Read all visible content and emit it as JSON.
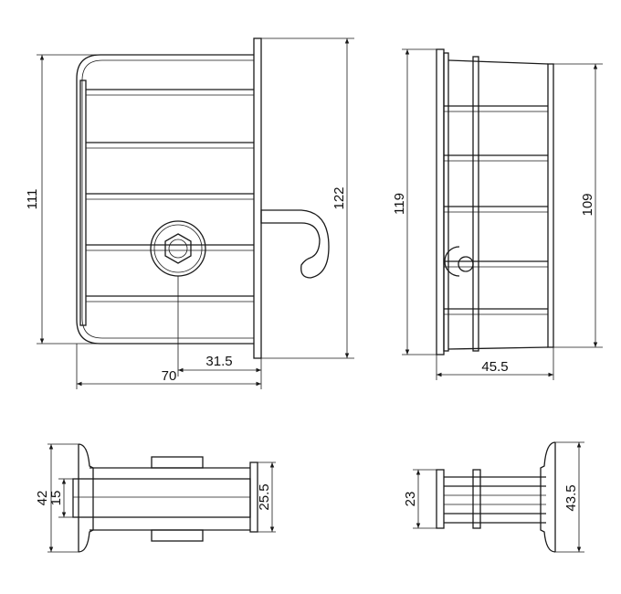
{
  "diagram": {
    "views": {
      "front": {
        "dims": {
          "height_left": "111",
          "height_right": "122",
          "width_total": "70",
          "width_offset": "31.5"
        }
      },
      "side": {
        "dims": {
          "height_left": "119",
          "height_right": "109",
          "width": "45.5"
        }
      },
      "bottom_left": {
        "dims": {
          "outer": "42",
          "inner": "15",
          "right": "25.5"
        }
      },
      "bottom_right": {
        "dims": {
          "left": "23",
          "right": "43.5"
        }
      }
    }
  }
}
